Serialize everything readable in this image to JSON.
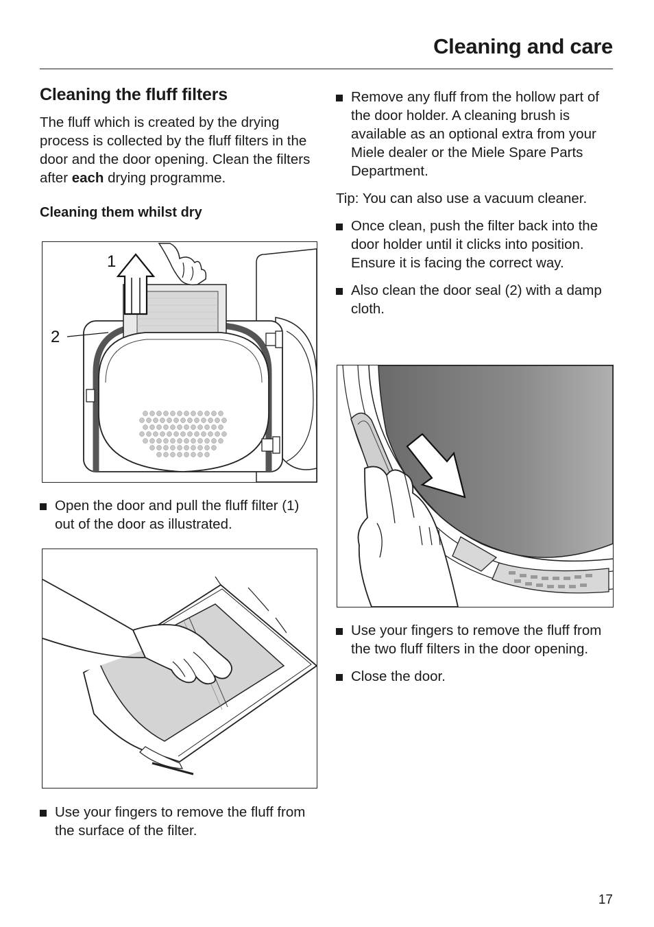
{
  "header": {
    "title": "Cleaning and care"
  },
  "section": {
    "heading": "Cleaning the fluff filters",
    "intro_before": "The fluff which is created by the drying process is collected by the fluff filters in the door and the door opening. Clean the filters after ",
    "intro_bold": "each",
    "intro_after": " drying programme.",
    "subheading": "Cleaning them whilst dry"
  },
  "figures": {
    "fig1_labels": {
      "arrow": "1",
      "seal": "2"
    }
  },
  "left_steps": {
    "step1": "Open the door and pull the fluff filter (1) out of the door as illustrated.",
    "step2": "Use your fingers to remove the fluff from the surface of the filter."
  },
  "right_steps": {
    "step1": "Remove any fluff from the hollow part of the door holder. A cleaning brush is available as an optional extra from your Miele dealer or the Miele Spare Parts Department.",
    "tip": "Tip: You can also use a vacuum cleaner.",
    "step2": "Once clean, push the filter back into the door holder until it clicks into position. Ensure it is facing the correct way.",
    "step3": "Also clean the door seal (2) with a damp cloth.",
    "step4": "Use your fingers to remove the fluff from the two fluff filters in the door opening.",
    "step5": "Close the door."
  },
  "footer": {
    "page_number": "17"
  }
}
